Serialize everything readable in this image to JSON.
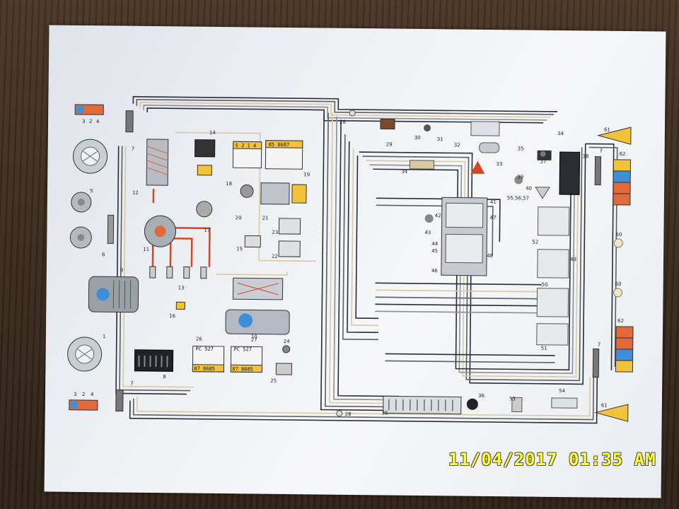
{
  "timestamp": "11/04/2017 01:35 AM",
  "labels": {
    "l1": "1",
    "l2": "2",
    "l3": "3",
    "l4": "4",
    "l5": "5",
    "l6": "6",
    "l7": "7",
    "l8": "8",
    "l9": "9",
    "l10": "10",
    "l11": "11",
    "l12": "12",
    "l13": "13",
    "l14": "14",
    "l15": "15",
    "l16": "16",
    "l17": "17",
    "l18": "18",
    "l19": "19",
    "l20": "20",
    "l21": "21",
    "l22": "22",
    "l23": "23",
    "l24": "24",
    "l25": "25",
    "l26": "26",
    "l27": "27",
    "l28": "28",
    "l29": "29",
    "l30": "30",
    "l31": "31",
    "l32": "32",
    "l33": "33",
    "l34": "34",
    "l35": "35",
    "l36": "36",
    "l37": "37",
    "l38": "38",
    "l39": "39",
    "l40": "40",
    "l41": "41",
    "l42": "42",
    "l43": "43",
    "l44": "44",
    "l45": "45",
    "l46": "46",
    "l47": "47",
    "l48": "48",
    "l49": "49",
    "l50": "50",
    "l51": "51",
    "l52": "52",
    "l53": "53",
    "l54": "54",
    "l55": "55,56,57",
    "l60": "60",
    "l61": "61",
    "l62": "62"
  },
  "relays": {
    "r18": "5 2 1 4",
    "r19": "85 8687",
    "r26": "87 8685",
    "r27": "87 8685",
    "rpc": "PC 527"
  },
  "colors": {
    "wire_gray": "#5a5e66",
    "wire_dark": "#2a2d33",
    "wire_tan": "#d8c9a0",
    "wire_red": "#d6461f",
    "lamp_orange": "#e06a3a",
    "lamp_yellow": "#f2c23a",
    "lamp_blue": "#3f8fd8",
    "timestamp": "#ffff3a"
  }
}
